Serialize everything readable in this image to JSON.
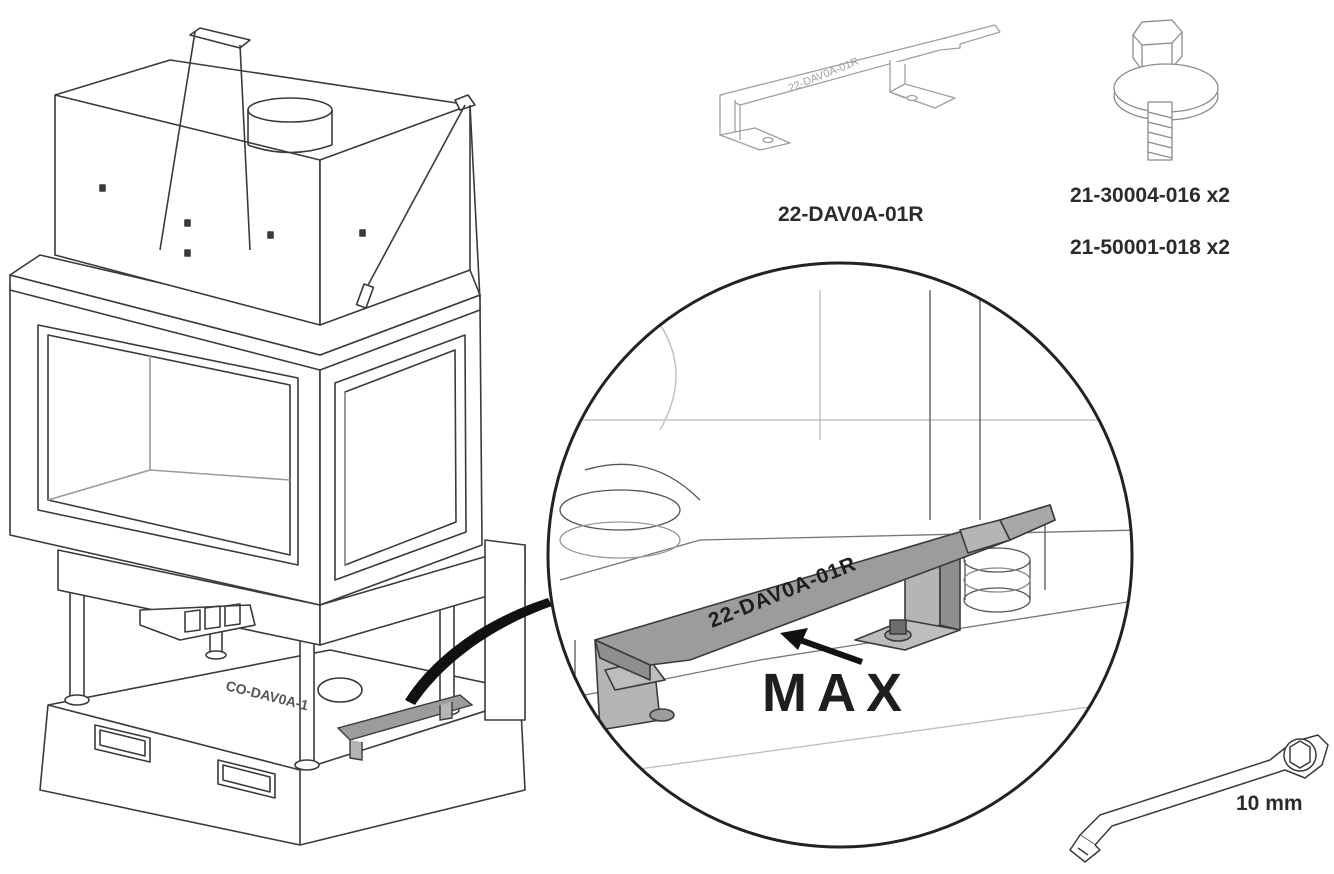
{
  "labels": {
    "bracket_part": "22-DAV0A-01R",
    "bolt_part": "21-30004-016 x2",
    "washer_part": "21-50001-018 x2",
    "max_marker": "MAX",
    "wrench_size": "10 mm",
    "bracket_engraving": "22-DAV0A-01R",
    "stove_base_engraving": "CO-DAV0A-1"
  },
  "colors": {
    "line": "#3a3a3a",
    "light_line": "#a0a0a0",
    "bracket_fill": "#9c9c9c",
    "bracket_side": "#b5b5b5",
    "arrow": "#111111"
  },
  "icons": {
    "bracket": "bracket-icon",
    "bolt": "bolt-icon",
    "wrench": "wrench-icon"
  }
}
